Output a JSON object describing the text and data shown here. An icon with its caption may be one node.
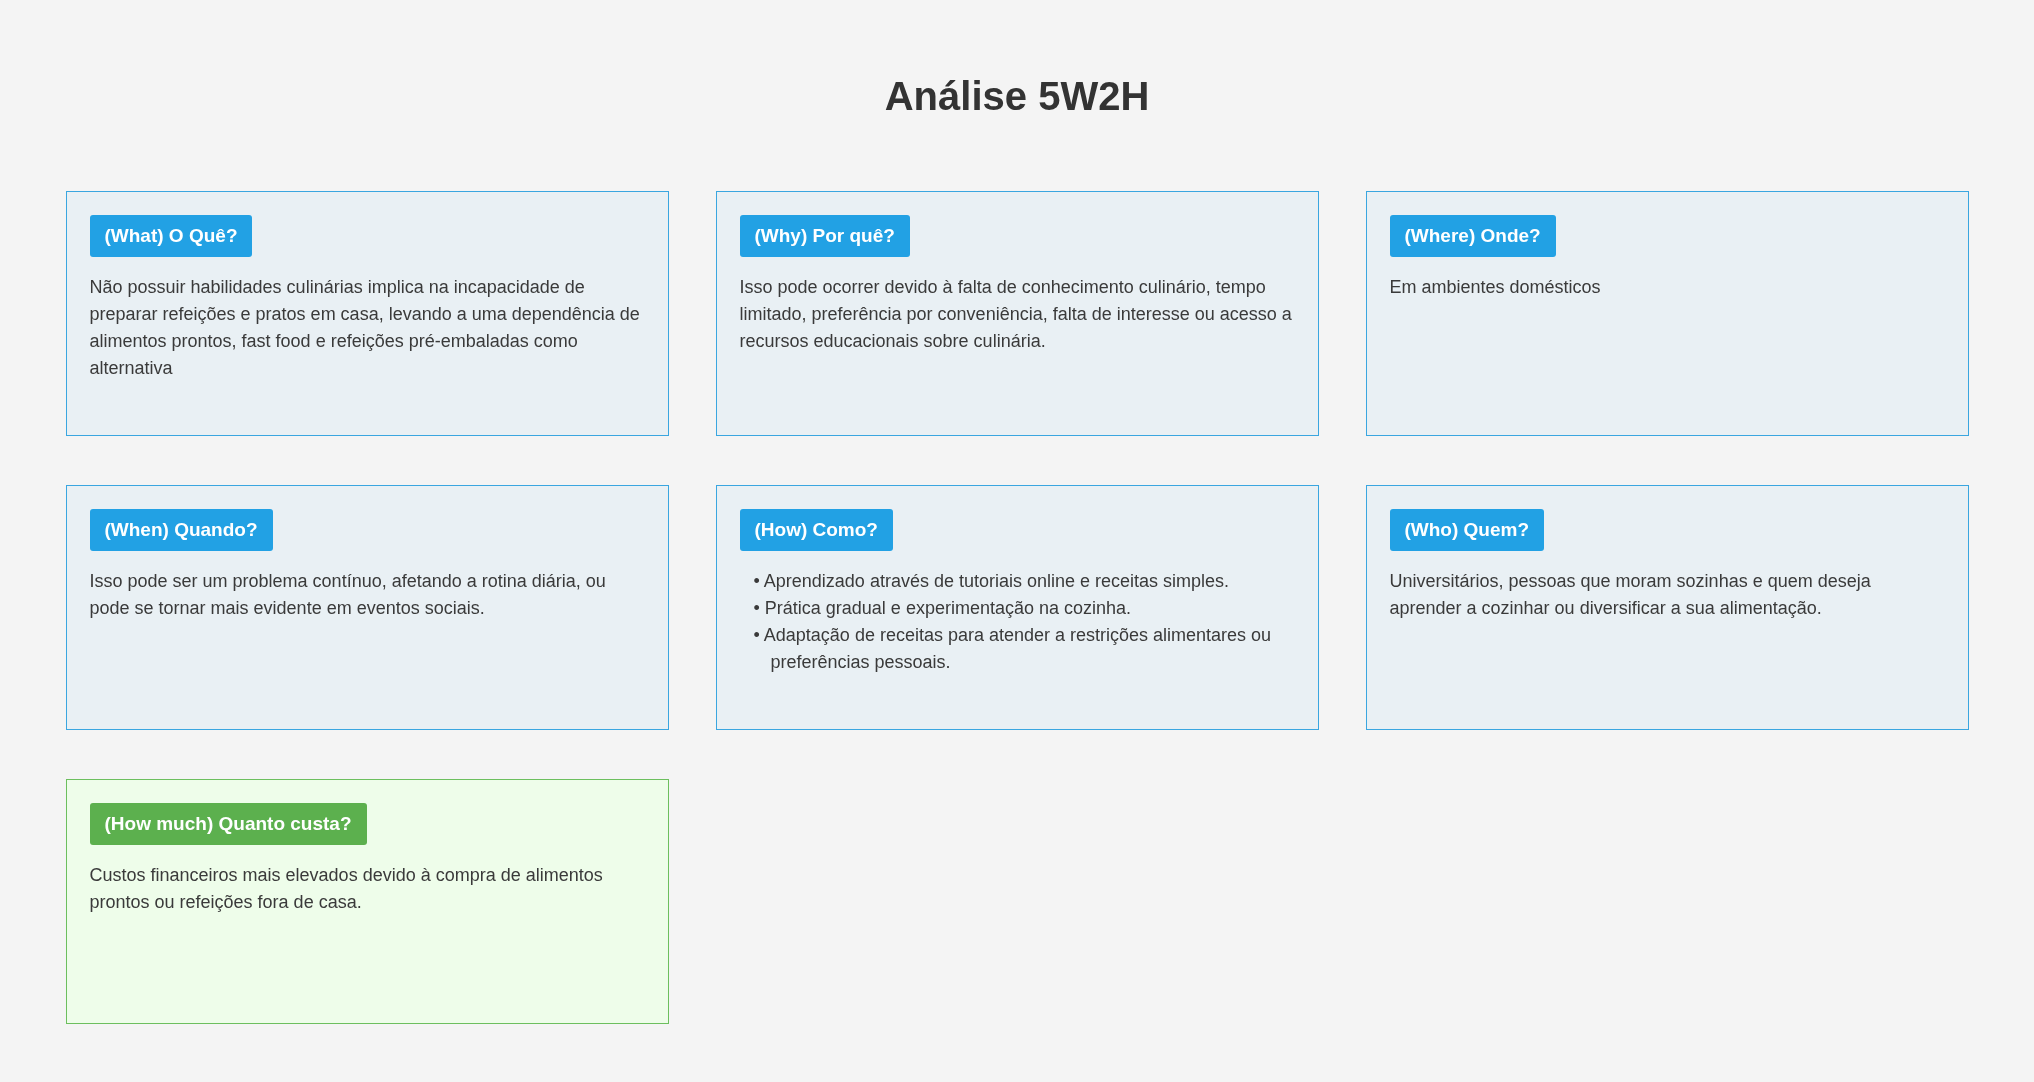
{
  "diagram": {
    "title": "Análise 5W2H",
    "nodes": [
      {
        "text": [
          "(What) O Quê?",
          "Não possuir habilidades culinárias implica na incapacidade de preparar refeições e pratos em casa, levando a uma dependência de alimentos prontos, fast food e refeições pré-embaladas como alternativa"
        ]
      },
      {
        "text": [
          "(Why) Por quê?",
          "Isso pode ocorrer devido à falta de conhecimento culinário, tempo limitado, preferência por conveniência, falta de interesse ou acesso a recursos educacionais sobre culinária."
        ]
      },
      {
        "text": [
          "(Where) Onde?",
          "Em ambientes domésticos"
        ]
      },
      {
        "text": [
          "(When) Quando?",
          "Isso pode ser um problema contínuo, afetando a rotina diária, ou pode se tornar mais evidente em eventos sociais."
        ]
      },
      {
        "text": [
          "(How) Como?",
          "• Aprendizado através de tutoriais online e receitas simples.",
          "• Prática gradual e experimentação na cozinha.",
          "• Adaptação de receitas para atender a restrições alimentares ou preferências pessoais."
        ]
      },
      {
        "text": [
          "(Who) Quem?",
          "Universitários, pessoas que moram sozinhas e quem deseja aprender a cozinhar ou diversificar a sua alimentação."
        ]
      },
      {
        "text": [
          "(How much) Quanto custa?",
          "Custos financeiros mais elevados devido à compra de alimentos prontos ou refeições fora de casa."
        ]
      }
    ]
  }
}
